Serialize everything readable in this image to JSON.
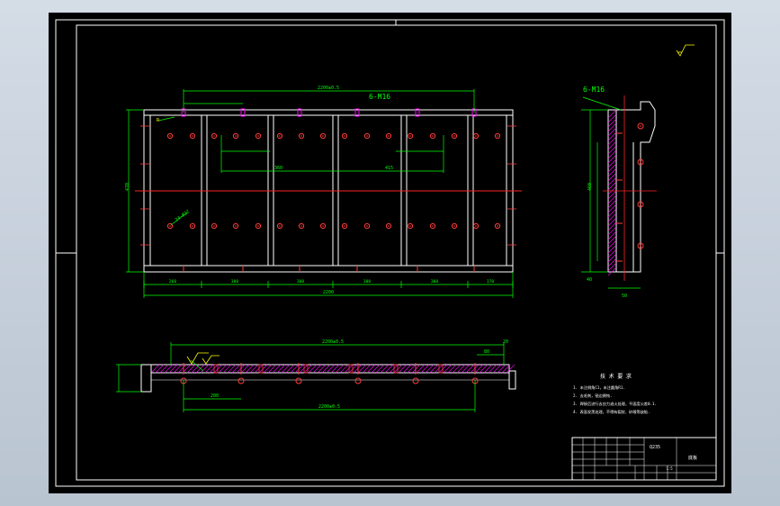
{
  "colors": {
    "background": "#000000",
    "outline": "#ffffff",
    "centerline": "#ff2222",
    "dimension": "#00ff00",
    "annotation": "#ffff00",
    "holes": "#ff3b3b",
    "hatch": "#ff00ff"
  },
  "plan_view": {
    "top_dimension": "2200±0.5",
    "thread_callout": "6-M16",
    "left_height_dimension": "470",
    "bottom_total_dimension": "2200",
    "bottom_segments": [
      "260",
      "300",
      "300",
      "300",
      "300",
      "170"
    ],
    "inner_dimension_left": "360",
    "inner_dimension_right": "415",
    "hole_callout": "24-Ø22",
    "corner_note": "R"
  },
  "side_view": {
    "thread_callout": "6-M16",
    "height_dimension": "460",
    "width_dimension": "50",
    "top_offset_dimension": "40"
  },
  "section_view": {
    "top_dimension": "2200±0.5",
    "bottom_dimension": "2200±0.5",
    "spacing_dimension": "200",
    "right_offset": "80",
    "right_edge": "20"
  },
  "notes": {
    "heading": "技 术 要 求",
    "lines": [
      "1. 未注倒角C1，未注圆角R1.",
      "2. 去毛刺，锐边倒钝.",
      "3. 焊接后进行去应力退火处理，平面度公差0.1.",
      "4. 表面发黑处理，不得有裂纹、砂眼等缺陷."
    ]
  },
  "title_block": {
    "material": "Q235",
    "drawing_title": "底板",
    "scale": "1:5"
  },
  "icons": {
    "roughness_mark": "surface-roughness-icon"
  }
}
